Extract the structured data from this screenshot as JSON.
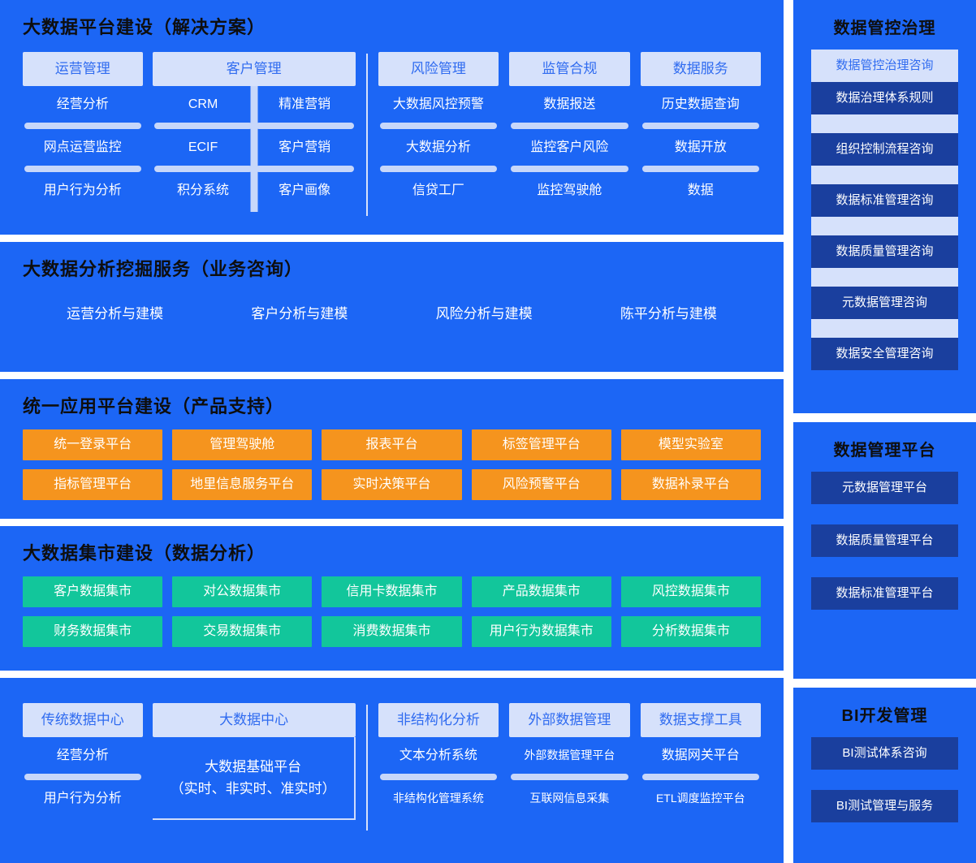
{
  "colors": {
    "panel_blue": "#1c66f5",
    "light_box": "#d6e1fb",
    "divider": "#c7d7fa",
    "orange": "#f5941e",
    "green": "#12c69b",
    "dark_navy": "#1a3f9e",
    "title_text": "#0e0e0e",
    "blue_text": "#2f6bf0"
  },
  "sections": {
    "solution": {
      "title": "大数据平台建设（解决方案）",
      "groups": [
        {
          "head": "运营管理",
          "items": [
            "经营分析",
            "网点运营监控",
            "用户行为分析"
          ]
        },
        {
          "head": "客户管理",
          "left_items": [
            "CRM",
            "ECIF",
            "积分系统"
          ],
          "right_items": [
            "精准营销",
            "客户营销",
            "客户画像"
          ]
        },
        {
          "head": "风险管理",
          "items": [
            "大数据风控预警",
            "大数据分析",
            "信贷工厂"
          ]
        },
        {
          "head": "监管合规",
          "items": [
            "数据报送",
            "监控客户风险",
            "监控驾驶舱"
          ]
        },
        {
          "head": "数据服务",
          "items": [
            "历史数据查询",
            "数据开放",
            "数据"
          ]
        }
      ]
    },
    "analytics": {
      "title": "大数据分析挖掘服务（业务咨询）",
      "items": [
        "运营分析与建模",
        "客户分析与建模",
        "风险分析与建模",
        "陈平分析与建模"
      ]
    },
    "platform": {
      "title": "统一应用平台建设（产品支持）",
      "tiles": [
        "统一登录平台",
        "管理驾驶舱",
        "报表平台",
        "标签管理平台",
        "模型实验室",
        "指标管理平台",
        "地里信息服务平台",
        "实时决策平台",
        "风险预警平台",
        "数据补录平台"
      ]
    },
    "datamart": {
      "title": "大数据集市建设（数据分析）",
      "tiles": [
        "客户数据集市",
        "对公数据集市",
        "信用卡数据集市",
        "产品数据集市",
        "风控数据集市",
        "财务数据集市",
        "交易数据集市",
        "消费数据集市",
        "用户行为数据集市",
        "分析数据集市"
      ]
    },
    "datacenter": {
      "groups": [
        {
          "head": "传统数据中心",
          "items": [
            "经营分析",
            "用户行为分析"
          ]
        },
        {
          "head": "大数据中心",
          "body_line1": "大数据基础平台",
          "body_line2": "（实时、非实时、准实时）"
        },
        {
          "head": "非结构化分析",
          "items": [
            "文本分析系统",
            "非结构化管理系统"
          ]
        },
        {
          "head": "外部数据管理",
          "items": [
            "外部数据管理平台",
            "互联网信息采集"
          ]
        },
        {
          "head": "数据支撑工具",
          "items": [
            "数据网关平台",
            "ETL调度监控平台"
          ]
        }
      ]
    }
  },
  "right_panels": [
    {
      "title": "数据管控治理",
      "items": [
        {
          "label": "数据管控治理咨询",
          "style": "light"
        },
        {
          "label": "数据治理体系规则",
          "style": "dark"
        },
        {
          "label": "组织控制流程咨询",
          "style": "dark"
        },
        {
          "label": "数据标准管理咨询",
          "style": "dark"
        },
        {
          "label": "数据质量管理咨询",
          "style": "dark"
        },
        {
          "label": "元数据管理咨询",
          "style": "dark"
        },
        {
          "label": "数据安全管理咨询",
          "style": "dark"
        }
      ]
    },
    {
      "title": "数据管理平台",
      "items": [
        {
          "label": "元数据管理平台",
          "style": "dark"
        },
        {
          "label": "数据质量管理平台",
          "style": "dark"
        },
        {
          "label": "数据标准管理平台",
          "style": "dark"
        }
      ]
    },
    {
      "title": "BI开发管理",
      "items": [
        {
          "label": "BI测试体系咨询",
          "style": "dark"
        },
        {
          "label": "BI测试管理与服务",
          "style": "dark"
        }
      ]
    }
  ]
}
